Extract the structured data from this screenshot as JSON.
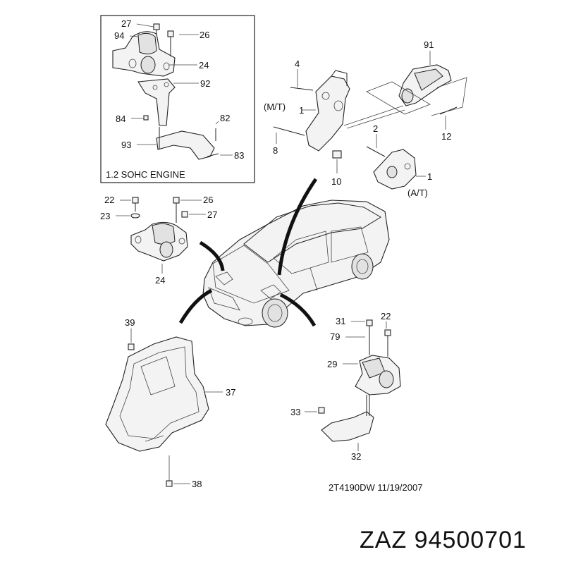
{
  "inset": {
    "title": "1.2 SOHC ENGINE"
  },
  "labels": {
    "l27a": "27",
    "l94": "94",
    "l26a": "26",
    "l24a": "24",
    "l92": "92",
    "l84": "84",
    "l82": "82",
    "l93": "93",
    "l83": "83",
    "l91": "91",
    "l4": "4",
    "l1a": "1",
    "mt": "(M/T)",
    "l8": "8",
    "l2": "2",
    "l10": "10",
    "l1b": "1",
    "at": "(A/T)",
    "l12": "12",
    "l22a": "22",
    "l23": "23",
    "l26b": "26",
    "l27b": "27",
    "l24b": "24",
    "l39": "39",
    "l37": "37",
    "l38": "38",
    "l31": "31",
    "l22b": "22",
    "l79": "79",
    "l29": "29",
    "l33": "33",
    "l32": "32"
  },
  "footer": {
    "code": "2T4190DW  11/19/2007"
  },
  "brand": {
    "text": "ZAZ 94500701"
  }
}
